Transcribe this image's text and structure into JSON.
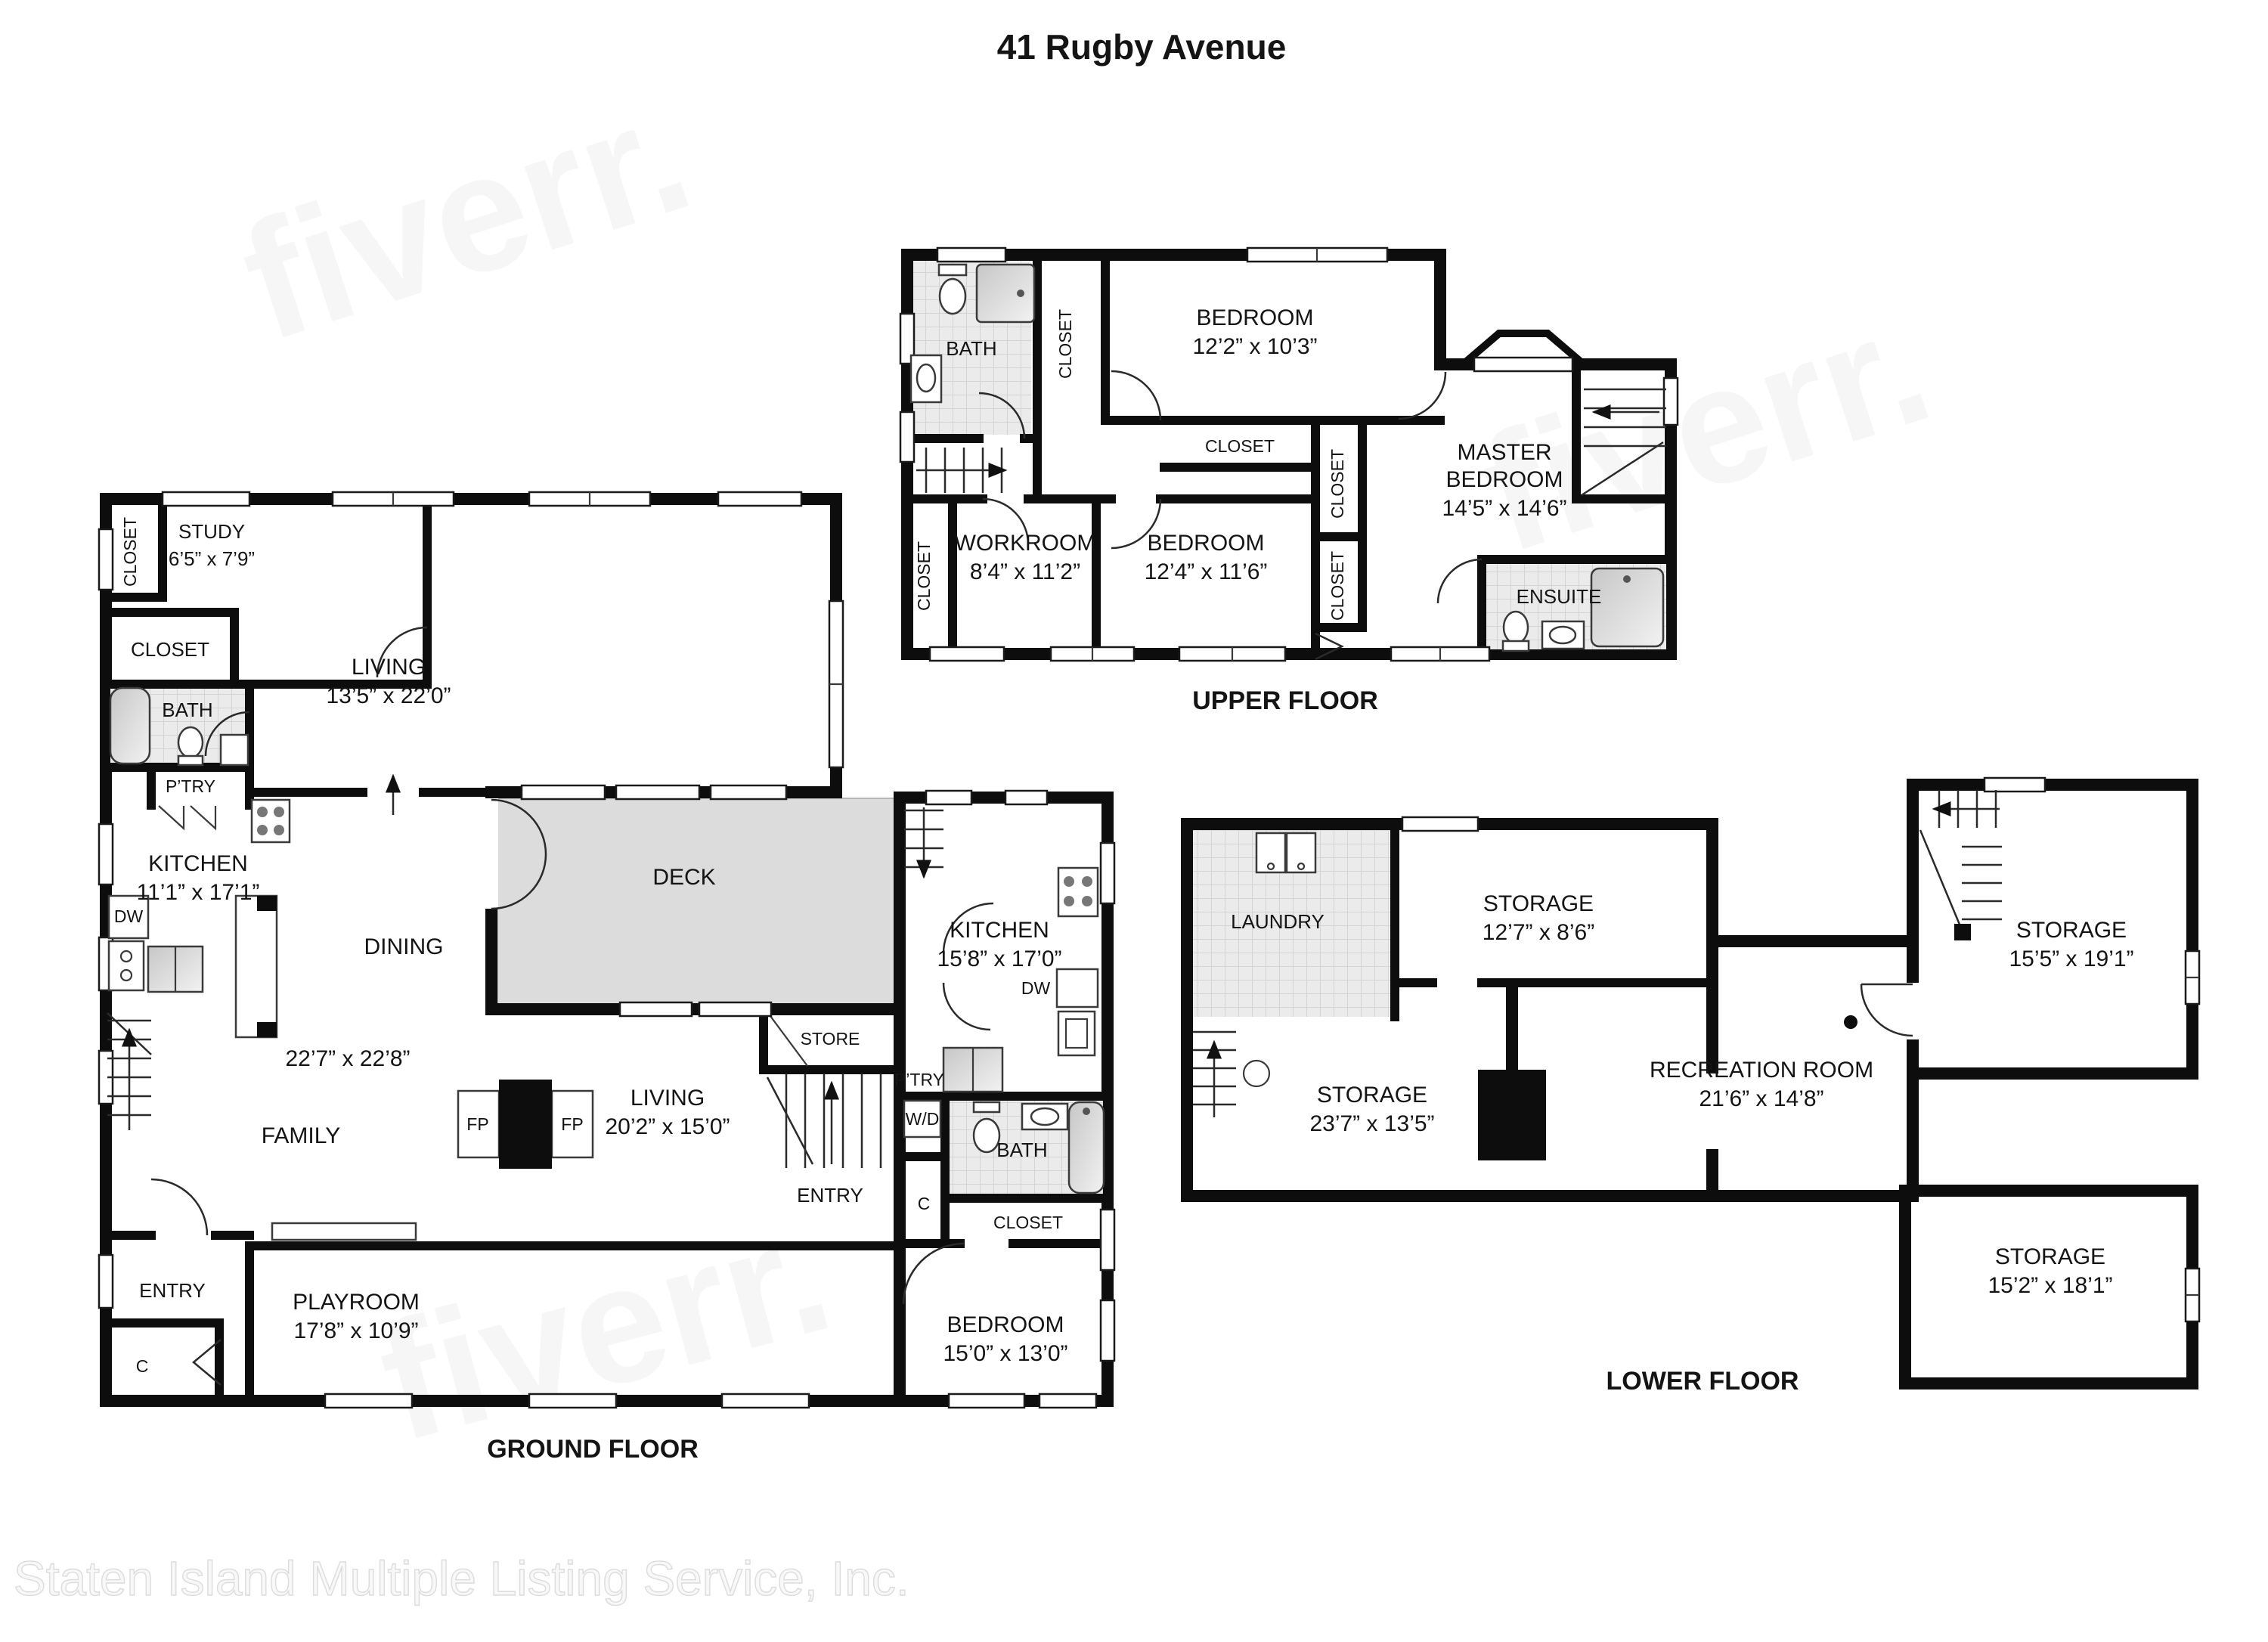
{
  "title": "41 Rugby Avenue",
  "watermark": "Staten Island Multiple Listing Service, Inc.",
  "ghost_watermark": "fiverr.",
  "floors": {
    "upper": {
      "label": "UPPER FLOOR",
      "rooms": {
        "bath": {
          "name": "BATH"
        },
        "closet_hall": {
          "name": "CLOSET"
        },
        "bedroom1": {
          "name": "BEDROOM",
          "dims": "12’2” x 10’3”"
        },
        "closet_mid": {
          "name": "CLOSET"
        },
        "closet_left": {
          "name": "CLOSET"
        },
        "workroom": {
          "name": "WORKROOM",
          "dims": "8’4” x 11’2”"
        },
        "bedroom2": {
          "name": "BEDROOM",
          "dims": "12’4” x 11’6”"
        },
        "closet_m1": {
          "name": "CLOSET"
        },
        "closet_m2": {
          "name": "CLOSET"
        },
        "master": {
          "name1": "MASTER",
          "name2": "BEDROOM",
          "dims": "14’5” x 14’6”"
        },
        "ensuite": {
          "name": "ENSUITE"
        }
      }
    },
    "ground": {
      "label": "GROUND FLOOR",
      "rooms": {
        "closet_tl": {
          "name": "CLOSET"
        },
        "study": {
          "name": "STUDY",
          "dims": "6’5” x 7’9”"
        },
        "closet2": {
          "name": "CLOSET"
        },
        "bath": {
          "name": "BATH"
        },
        "living1": {
          "name": "LIVING",
          "dims": "13’5” x 22’0”"
        },
        "pantry": {
          "name": "P’TRY"
        },
        "kitchen": {
          "name": "KITCHEN",
          "dims": "11’1” x 17’1”"
        },
        "dw": {
          "name": "DW"
        },
        "dining": {
          "name": "DINING"
        },
        "open_dims": "22’7” x 22’8”",
        "deck": {
          "name": "DECK"
        },
        "store": {
          "name": "STORE"
        },
        "family": {
          "name": "FAMILY"
        },
        "fp": {
          "name": "FP"
        },
        "living2": {
          "name": "LIVING",
          "dims": "20’2” x 15’0”"
        },
        "entry": {
          "name": "ENTRY"
        },
        "closet_c": {
          "name": "C"
        },
        "playroom": {
          "name": "PLAYROOM",
          "dims": "17’8” x 10’9”"
        },
        "entry2": {
          "name": "ENTRY"
        },
        "pantry2": {
          "name": "P’TRY"
        },
        "wd": {
          "name": "W/D"
        },
        "kitchen2": {
          "name": "KITCHEN",
          "dims": "15’8” x 17’0”"
        },
        "dw2": {
          "name": "DW"
        },
        "bath2": {
          "name": "BATH"
        },
        "closet_r": {
          "name": "CLOSET"
        },
        "closet_c2": {
          "name": "C"
        },
        "bedroom": {
          "name": "BEDROOM",
          "dims": "15’0” x 13’0”"
        }
      }
    },
    "lower": {
      "label": "LOWER FLOOR",
      "rooms": {
        "laundry": {
          "name": "LAUNDRY"
        },
        "storage1": {
          "name": "STORAGE",
          "dims": "12’7” x 8’6”"
        },
        "storage2": {
          "name": "STORAGE",
          "dims": "23’7” x 13’5”"
        },
        "recreation": {
          "name": "RECREATION ROOM",
          "dims": "21’6” x 14’8”"
        },
        "storage3": {
          "name": "STORAGE",
          "dims": "15’5” x 19’1”"
        },
        "storage4": {
          "name": "STORAGE",
          "dims": "15’2” x 18’1”"
        }
      }
    }
  }
}
